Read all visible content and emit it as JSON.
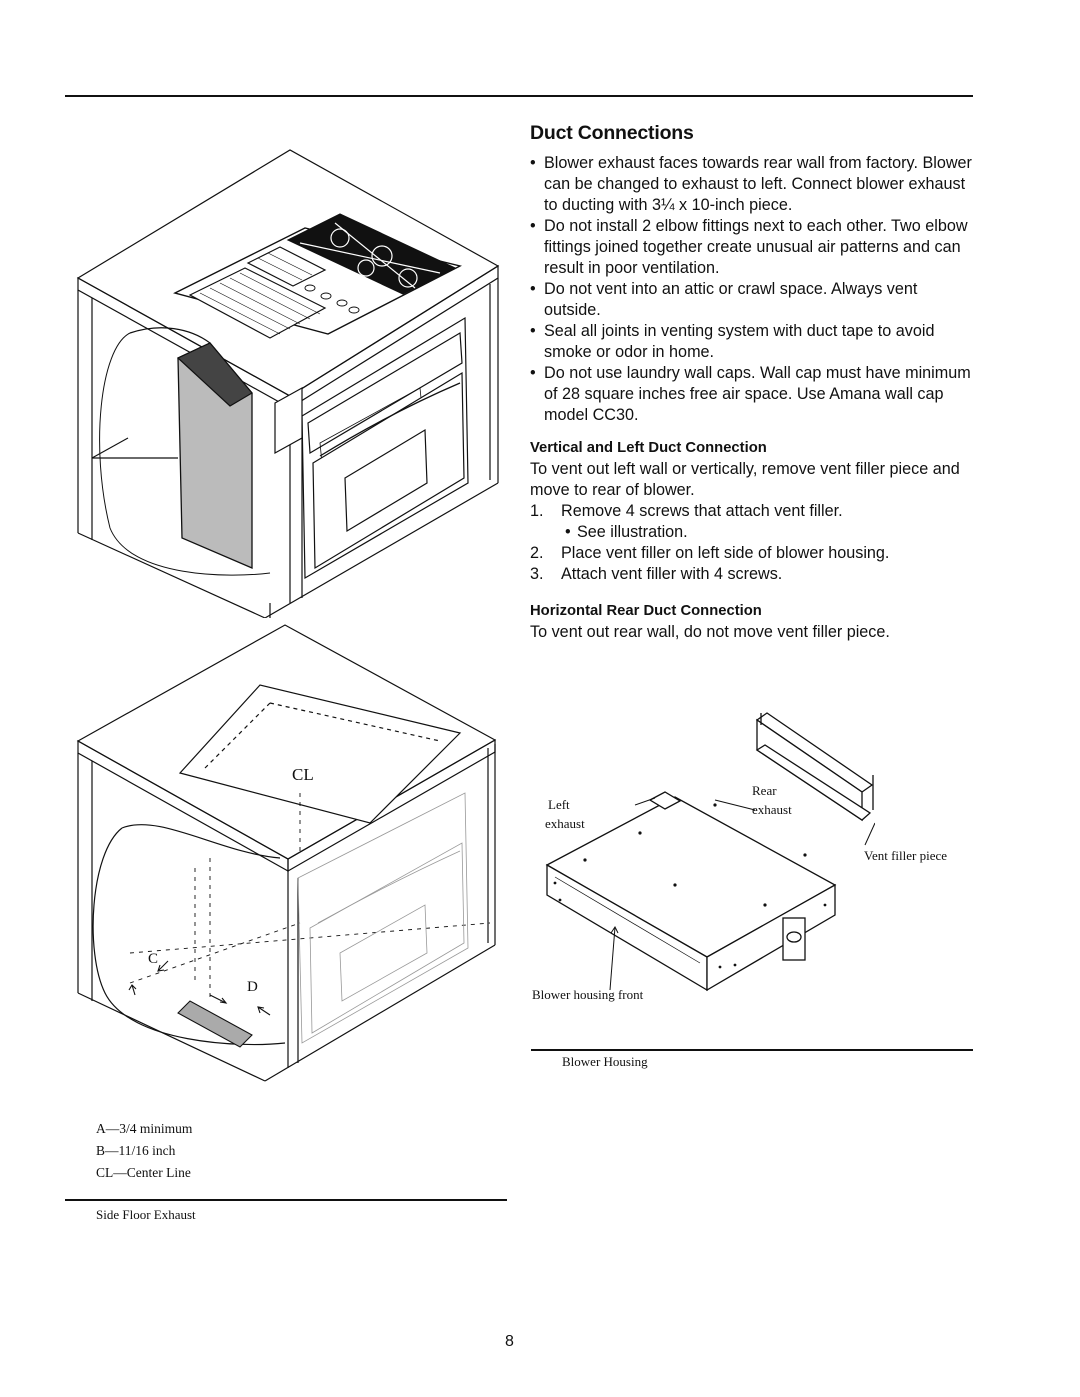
{
  "section_title": "Duct Connections",
  "bullets": [
    "Blower exhaust faces towards rear wall from factory. Blower can be changed to exhaust to left. Connect blower exhaust to ducting with 3¼ x 10-inch piece.",
    "Do not install 2 elbow fittings next to each other. Two elbow fittings joined together create unusual air patterns and can result in poor ventilation.",
    "Do not vent into an attic or crawl space. Always vent outside.",
    "Seal all joints in venting system with duct tape to avoid smoke or odor in home.",
    "Do not use laundry wall caps. Wall cap must have minimum of 28 square inches free air space. Use Amana wall cap model CC30."
  ],
  "vertical_left": {
    "heading": "Vertical and Left Duct Connection",
    "intro": "To vent out left wall or vertically, remove vent filler piece and move to rear of blower.",
    "steps": [
      {
        "num": "1.",
        "text": "Remove 4 screws that attach vent filler."
      },
      {
        "num": "2.",
        "text": "Place vent filler on left side of blower housing."
      },
      {
        "num": "3.",
        "text": "Attach vent filler with 4 screws."
      }
    ],
    "sub_bullet": "See illustration."
  },
  "horizontal_rear": {
    "heading": "Horizontal Rear Duct Connection",
    "text": "To vent out rear wall, do not move vent filler piece."
  },
  "blower_figure": {
    "left_exhaust_1": "Left",
    "left_exhaust_2": "exhaust",
    "rear_exhaust_1": "Rear",
    "rear_exhaust_2": "exhaust",
    "vent_filler": "Vent filler piece",
    "blower_front": "Blower housing front",
    "caption": "Blower Housing"
  },
  "floor_figure": {
    "cl_mark": "CL",
    "label_c": "C",
    "label_d": "D",
    "legend": [
      "A—3/4 minimum",
      "B—11/16 inch",
      "CL—Center Line"
    ],
    "caption": "Side Floor Exhaust"
  },
  "page_number": "8"
}
